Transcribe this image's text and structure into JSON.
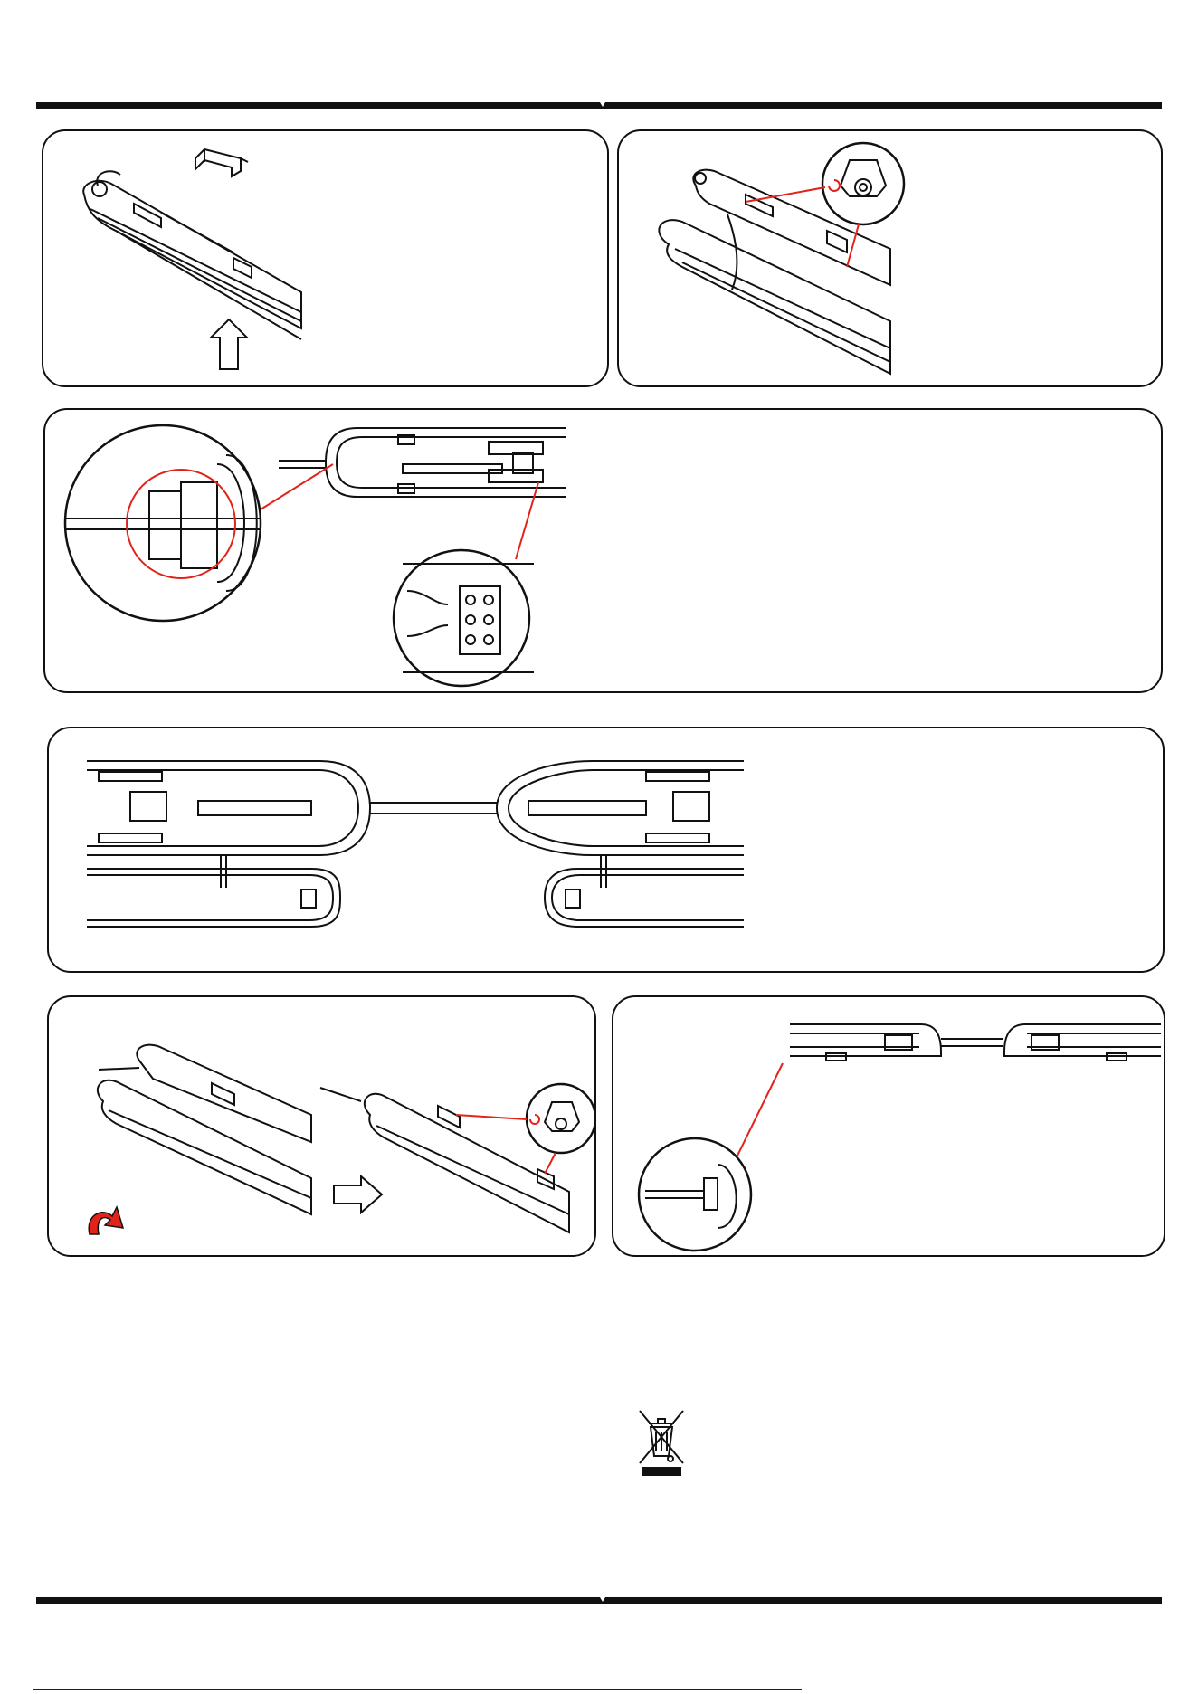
{
  "document": {
    "panels": [
      {
        "id": "step-1",
        "illustration": "end-clip-attachment"
      },
      {
        "id": "step-2",
        "illustration": "clip-close-detail"
      },
      {
        "id": "step-3",
        "illustration": "cable-gland-terminal-block"
      },
      {
        "id": "step-4",
        "illustration": "through-wiring-two-fittings"
      },
      {
        "id": "step-5",
        "illustration": "diffuser-close"
      },
      {
        "id": "step-6",
        "illustration": "linked-fittings-gland"
      }
    ],
    "icons": {
      "weee": "crossed-out-wheelie-bin-icon",
      "arrow_up": "arrow-up-icon",
      "arrow_right": "arrow-right-icon",
      "rotate": "rotate-arrow-icon"
    },
    "colors": {
      "line": "#111111",
      "accent": "#e2231a"
    }
  }
}
